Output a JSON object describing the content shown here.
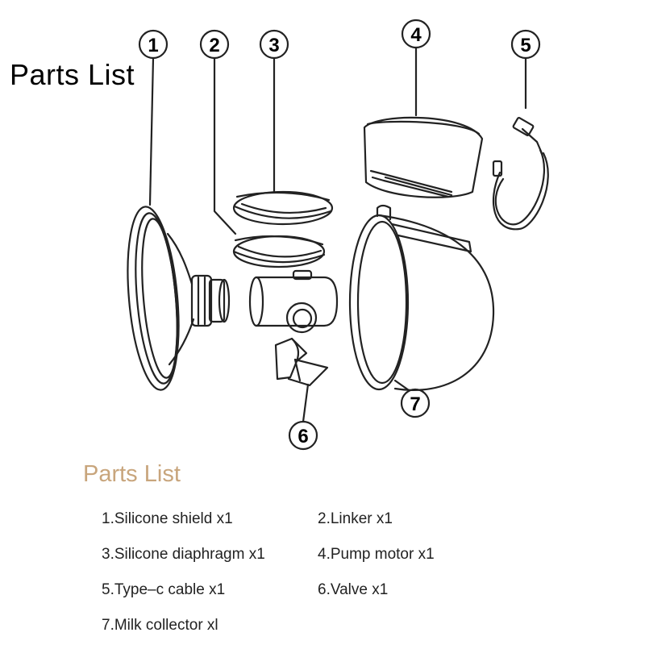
{
  "page_title": "Parts List",
  "callouts": [
    "1",
    "2",
    "3",
    "4",
    "5",
    "6",
    "7"
  ],
  "list_heading": "Parts List",
  "parts": [
    "1.Silicone shield x1",
    "2.Linker x1",
    "3.Silicone diaphragm x1",
    "4.Pump motor x1",
    "5.Type–c cable x1",
    "6.Valve x1",
    "7.Milk collector xl"
  ],
  "colors": {
    "line": "#222222",
    "heading": "#c8a57c",
    "text": "#222222"
  }
}
